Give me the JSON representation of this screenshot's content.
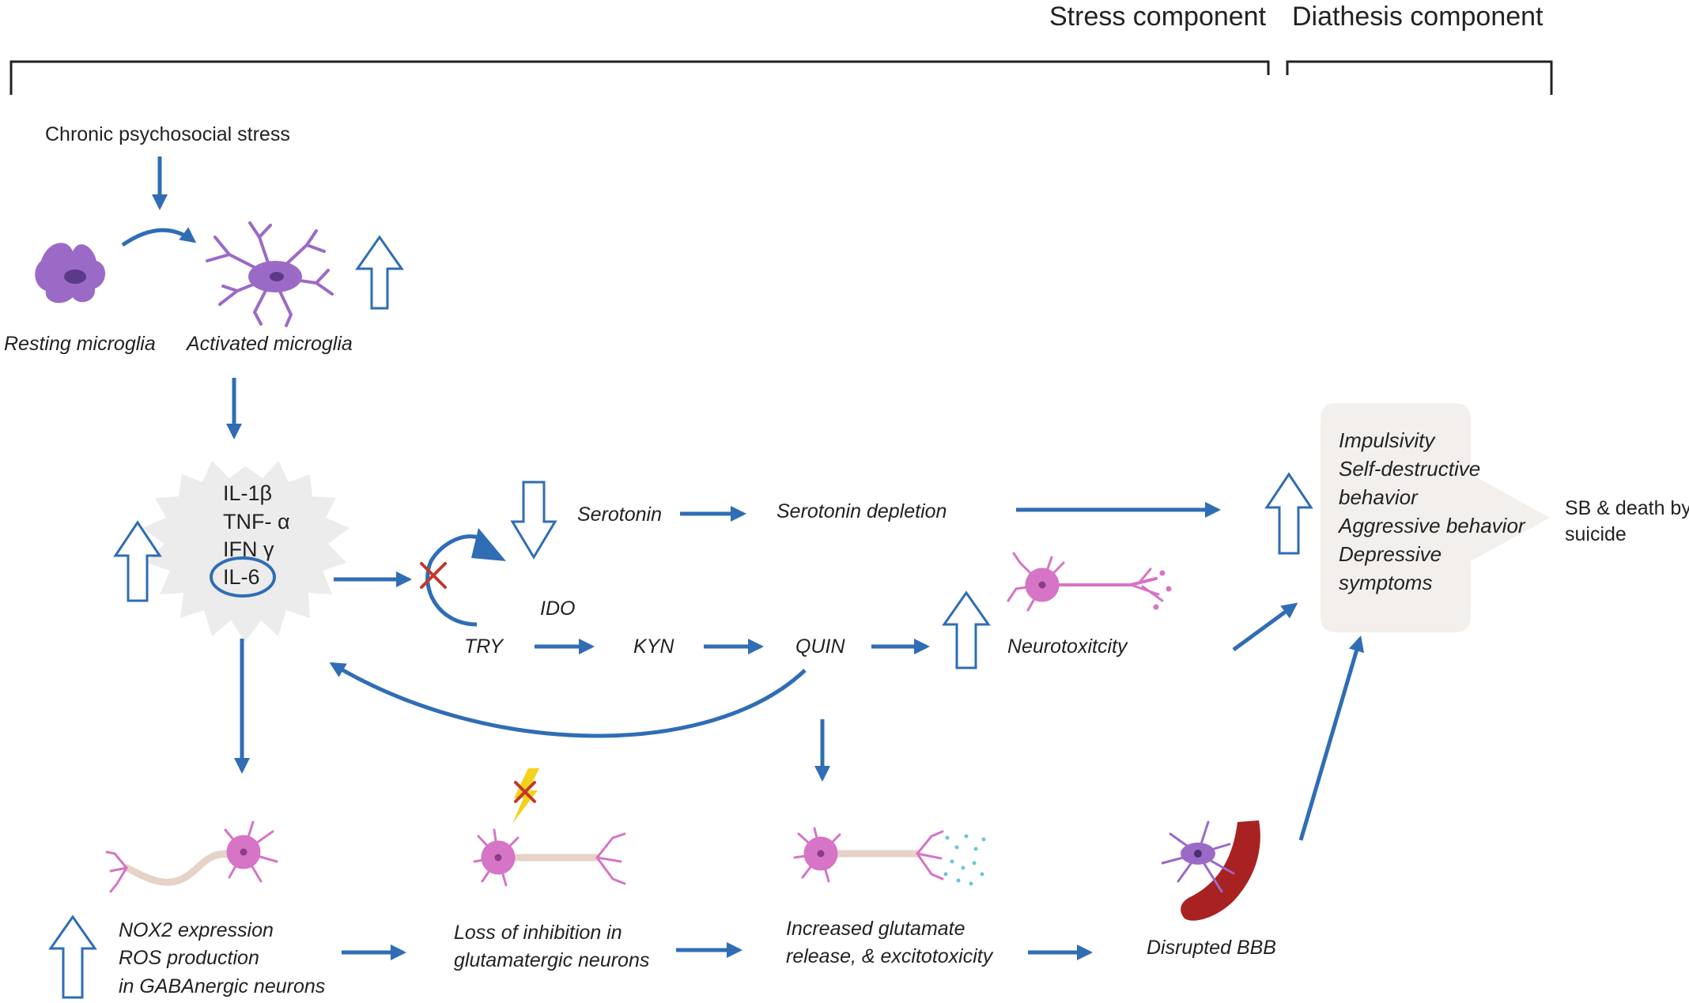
{
  "header": {
    "stress": "Stress component",
    "diathesis": "Diathesis component"
  },
  "stress_source": "Chronic psychosocial stress",
  "microglia": {
    "resting": "Resting microglia",
    "activated": "Activated microglia"
  },
  "cytokines": [
    "IL-1β",
    "TNF- α",
    "IFN γ",
    "IL-6"
  ],
  "pathway": {
    "serotonin": "Serotonin",
    "serotonin_depletion": "Serotonin depletion",
    "ido": "IDO",
    "try": "TRY",
    "kyn": "KYN",
    "quin": "QUIN",
    "neurotoxicity": "Neurotoxitcity"
  },
  "bottom": {
    "nox2": [
      "NOX2 expression",
      "ROS production",
      "in GABAnergic neurons"
    ],
    "loss": [
      "Loss of inhibition in",
      "glutamatergic neurons"
    ],
    "glutamate": [
      "Increased glutamate",
      "release, & excitotoxicity"
    ],
    "bbb": "Disrupted BBB"
  },
  "outcome_box": [
    "Impulsivity",
    "Self-destructive",
    "behavior",
    "Aggressive behavior",
    "Depressive",
    "symptoms"
  ],
  "final": [
    "SB & death by",
    "suicide"
  ],
  "colors": {
    "arrow": "#2f6db5",
    "microglia": "#9b6ac6",
    "neuron": "#d674c6",
    "red_x": "#c0392b",
    "starburst": "#ececec",
    "outcome_box": "#f3efec",
    "vessel": "#a82222",
    "lightning": "#f2d21a",
    "glutamate_dots": "#6cc6d8"
  }
}
